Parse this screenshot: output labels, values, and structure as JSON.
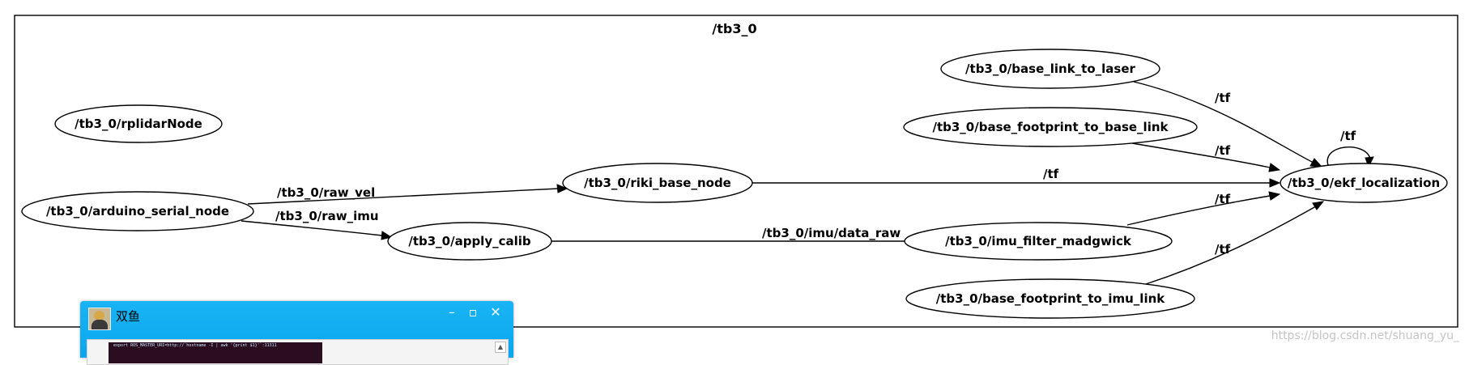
{
  "cluster": {
    "label": "/tb3_0"
  },
  "nodes": {
    "rplidar": "/tb3_0/rplidarNode",
    "arduino": "/tb3_0/arduino_serial_node",
    "riki": "/tb3_0/riki_base_node",
    "apply_calib": "/tb3_0/apply_calib",
    "laser_tf": "/tb3_0/base_link_to_laser",
    "footprint_base_tf": "/tb3_0/base_footprint_to_base_link",
    "madgwick": "/tb3_0/imu_filter_madgwick",
    "footprint_imu_tf": "/tb3_0/base_footprint_to_imu_link",
    "ekf": "/tb3_0/ekf_localization"
  },
  "edges": {
    "raw_vel": "/tb3_0/raw_vel",
    "raw_imu": "/tb3_0/raw_imu",
    "imu_data_raw": "/tb3_0/imu/data_raw",
    "tf": "/tf"
  },
  "chat_window": {
    "title": "双鱼",
    "minimize": "–",
    "maximize": "▫",
    "close": "✕",
    "terminal_line": "export ROS_MASTER_URI=http://`hostname -I | awk '{print $1}'`:11311"
  },
  "watermark": "https://blog.csdn.net/shuang_yu_"
}
